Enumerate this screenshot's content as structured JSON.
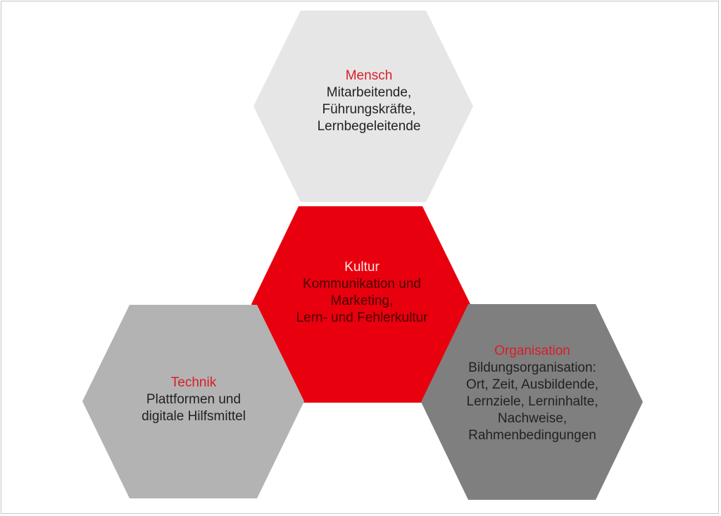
{
  "colors": {
    "mensch": "#e6e6e6",
    "kultur": "#e8000e",
    "technik": "#b3b3b3",
    "organisation": "#7f7f7f",
    "title_red": "#d81e28"
  },
  "hexagons": {
    "mensch": {
      "title": "Mensch",
      "lines": [
        "Mitarbeitende,",
        "Führungskräfte,",
        "Lernbegeleitende"
      ]
    },
    "kultur": {
      "title": "Kultur",
      "lines": [
        "Kommunikation und",
        "Marketing,",
        "Lern- und Fehlerkultur"
      ]
    },
    "technik": {
      "title": "Technik",
      "lines": [
        "Plattformen und",
        "digitale Hilfsmittel"
      ]
    },
    "organisation": {
      "title": "Organisation",
      "lines": [
        "Bildungsorganisation:",
        "Ort, Zeit, Ausbildende,",
        "Lernziele, Lerninhalte,",
        "Nachweise,",
        "Rahmenbedingungen"
      ]
    }
  }
}
